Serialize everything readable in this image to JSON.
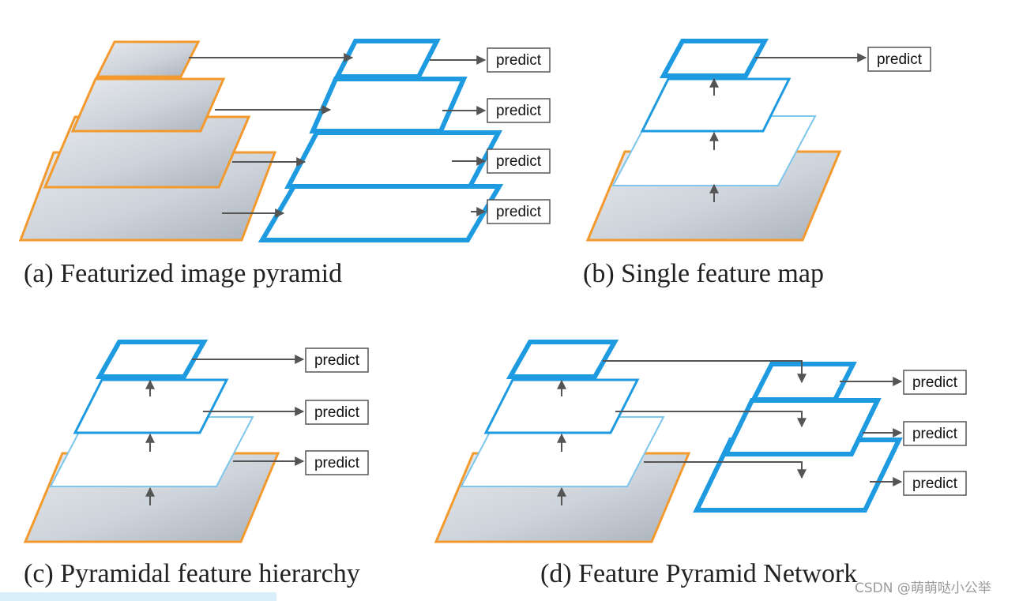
{
  "captions": {
    "a": "(a) Featurized image pyramid",
    "b": "(b) Single feature map",
    "c": "(c) Pyramidal feature hierarchy",
    "d": "(d) Feature Pyramid Network"
  },
  "predict_label": "predict",
  "watermark": "CSDN @萌萌哒小公举",
  "colors": {
    "feature_map": "#1e9be0",
    "feature_map_light": "#7fc6ec",
    "image_border": "#f39a2e",
    "arrow": "#555555"
  }
}
